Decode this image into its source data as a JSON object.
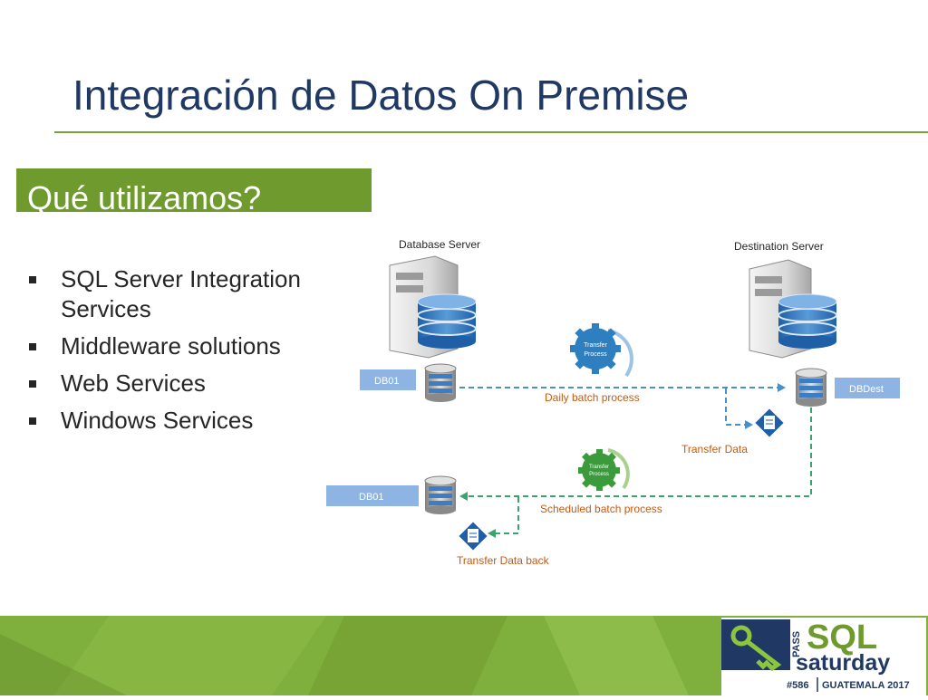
{
  "slide": {
    "title": "Integración de Datos On Premise",
    "subtitle": "Qué utilizamos?",
    "bullets": [
      "SQL Server Integration Services",
      "Middleware solutions",
      "Web Services",
      "Windows Services"
    ]
  },
  "diagram": {
    "database_server": "Database Server",
    "destination_server": "Destination Server",
    "db_source": "DB01",
    "db_return": "DB01",
    "db_dest": "DBDest",
    "gear_top_line1": "Transfer",
    "gear_top_line2": "Process",
    "gear_bottom_line1": "Transfer",
    "gear_bottom_line2": "Process",
    "daily_batch": "Daily batch process",
    "transfer_data": "Transfer Data",
    "scheduled_batch": "Scheduled batch process",
    "transfer_data_back": "Transfer Data back"
  },
  "logo": {
    "pass": "PASS",
    "sql": "SQL",
    "saturday": "saturday",
    "event_number": "#586",
    "location": "GUATEMALA 2017"
  },
  "colors": {
    "title": "#1f3864",
    "accent_green": "#6f9a2d",
    "blue_flow": "#4a90c8",
    "green_flow": "#3aa56a",
    "gear_blue": "#2e7fc0",
    "gear_green": "#3b9a3b",
    "transfer_label": "#c55a11",
    "db_label_fill": "#8db4e2"
  }
}
